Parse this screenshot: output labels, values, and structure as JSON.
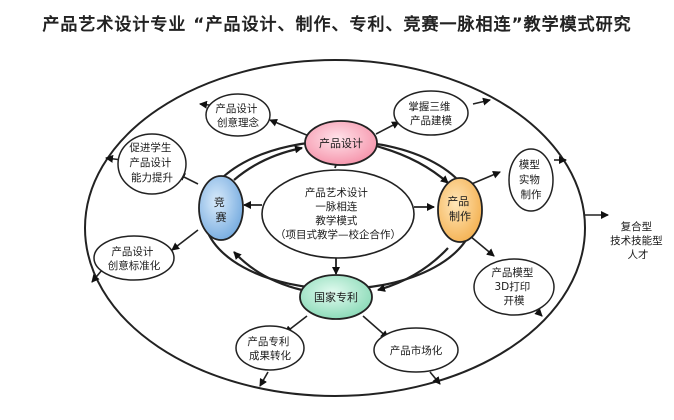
{
  "title": "产品艺术设计专业 “产品设计、制作、专利、竞赛一脉相连”教学模式研究",
  "center": {
    "lines": [
      "产品艺术设计",
      "一脉相连",
      "教学模式",
      "（项目式教学—校企合作）"
    ]
  },
  "hubs": {
    "design": {
      "label": "产品设计",
      "color": "#f7a8b8"
    },
    "make": {
      "lines": [
        "产品",
        "制作"
      ],
      "color": "#f7c272"
    },
    "patent": {
      "label": "国家专利",
      "color": "#a6e3c9"
    },
    "contest": {
      "label": "竞赛",
      "color": "#8ebbe6"
    }
  },
  "satellites": {
    "concept": {
      "lines": [
        "产品设计",
        "创意理念"
      ]
    },
    "modeling": {
      "lines": [
        "掌握三维",
        "产品建模"
      ]
    },
    "prototype": {
      "lines": [
        "模型",
        "实物",
        "制作"
      ]
    },
    "print3d": {
      "lines": [
        "产品模型",
        "3D打印",
        "开模"
      ]
    },
    "market": {
      "lines": [
        "产品市场化"
      ]
    },
    "transfer": {
      "lines": [
        "产品专利",
        "成果转化"
      ]
    },
    "standard": {
      "lines": [
        "产品设计",
        "创意标准化"
      ]
    },
    "promote": {
      "lines": [
        "促进学生",
        "产品设计",
        "能力提升"
      ]
    }
  },
  "outcome": {
    "lines": [
      "复合型",
      "技术技能型",
      "人才"
    ]
  }
}
